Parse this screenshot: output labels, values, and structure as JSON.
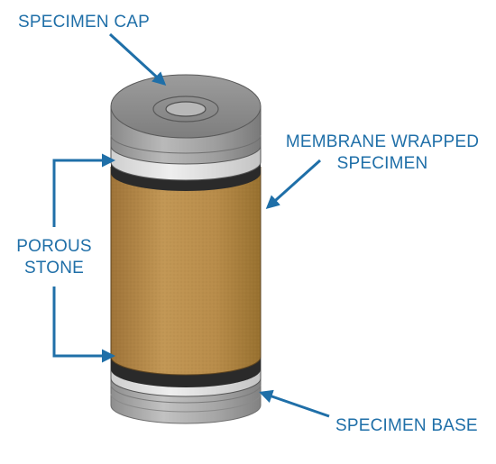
{
  "labels": {
    "specimen_cap": "SPECIMEN CAP",
    "membrane_line1": "MEMBRANE WRAPPED",
    "membrane_line2": "SPECIMEN",
    "porous_line1": "POROUS",
    "porous_line2": "STONE",
    "specimen_base": "SPECIMEN BASE"
  },
  "colors": {
    "label_text": "#1f6fa8",
    "arrow": "#1f6fa8",
    "cap_steel": "#9a9a9a",
    "membrane_tan": "#b58a4c",
    "porous_band": "#2a2a2a",
    "base_steel": "#a4a4a4"
  }
}
